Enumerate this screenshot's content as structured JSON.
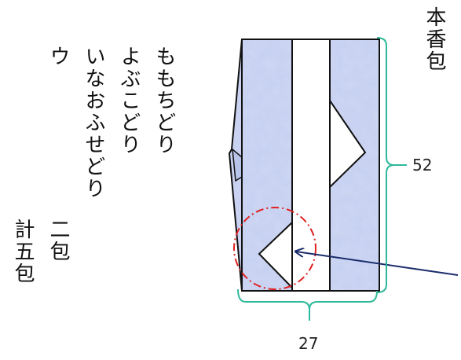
{
  "heading": "本香包",
  "names": [
    "ももちどり",
    "よぶこどり",
    "いなおふせどり",
    "ウ"
  ],
  "count_two": "二包",
  "total": "計五包",
  "dimensions": {
    "height": "52",
    "width": "27"
  },
  "colors": {
    "paper_fill": "#c9d2f0",
    "outline": "#111111",
    "bracket": "#2fb99a",
    "highlight_circle": "#e02020",
    "arrow": "#1a2c6b"
  }
}
